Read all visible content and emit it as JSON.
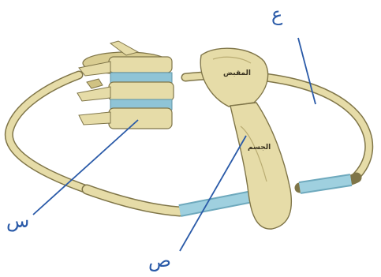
{
  "labels": {
    "ain": "ع",
    "sad": "ص",
    "seen": "س"
  },
  "bone_text": {
    "manubrium": "المقبض",
    "body": "الجسم"
  },
  "colors": {
    "bone": "#e6dca8",
    "bone_shadow": "#b9ac72",
    "bone_outline": "#7f7548",
    "cartilage": "#8fc4d6",
    "pointer": "#2a5aa8"
  }
}
